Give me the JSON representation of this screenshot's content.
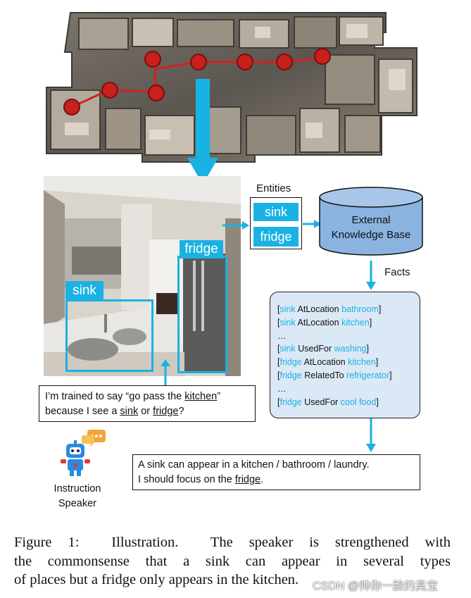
{
  "entities": {
    "title": "Entities",
    "items": [
      "sink",
      "fridge"
    ]
  },
  "kb": {
    "line1": "External",
    "line2": "Knowledge Base"
  },
  "facts_label": "Facts",
  "facts": [
    {
      "s": "sink",
      "r": "AtLocation",
      "o": "bathroom"
    },
    {
      "s": "sink",
      "r": "AtLocation",
      "o": "kitchen"
    },
    {
      "ellipsis": "…"
    },
    {
      "s": "sink",
      "r": "UsedFor",
      "o": "washing"
    },
    {
      "s": "fridge",
      "r": "AtLocation",
      "o": "kitchen"
    },
    {
      "s": "fridge",
      "r": "RelatedTo",
      "o": "refrigerator"
    },
    {
      "ellipsis": "…"
    },
    {
      "s": "fridge",
      "r": "UsedFor",
      "o": "cool food"
    }
  ],
  "photo_labels": {
    "sink": "sink",
    "fridge": "fridge"
  },
  "speech": {
    "p1": "I’m trained to say “go pass the ",
    "u1": "kitchen",
    "p2": "”",
    "p3": "because I see a ",
    "u2": "sink",
    "p4": " or ",
    "u3": "fridge",
    "p5": "?"
  },
  "answer": {
    "line1": "A sink can appear in a kitchen / bathroom / laundry.",
    "p1": "I should focus on the ",
    "u1": "fridge",
    "p2": "."
  },
  "speaker": {
    "line1": "Instruction",
    "line2": "Speaker"
  },
  "caption": {
    "line1": "Figure 1:  Illustration.  The speaker is strengthened with",
    "line2": "the commonsense that a sink can appear in several types",
    "line3": "of places but a fridge only appears in the kitchen."
  },
  "watermark": "CSDN @帅你一脸的臭宝",
  "colors": {
    "accent": "#1ab2e3",
    "route": "#d42020",
    "facts_bg": "#dbe8f6",
    "kb_fill": "#8ab3e0"
  }
}
